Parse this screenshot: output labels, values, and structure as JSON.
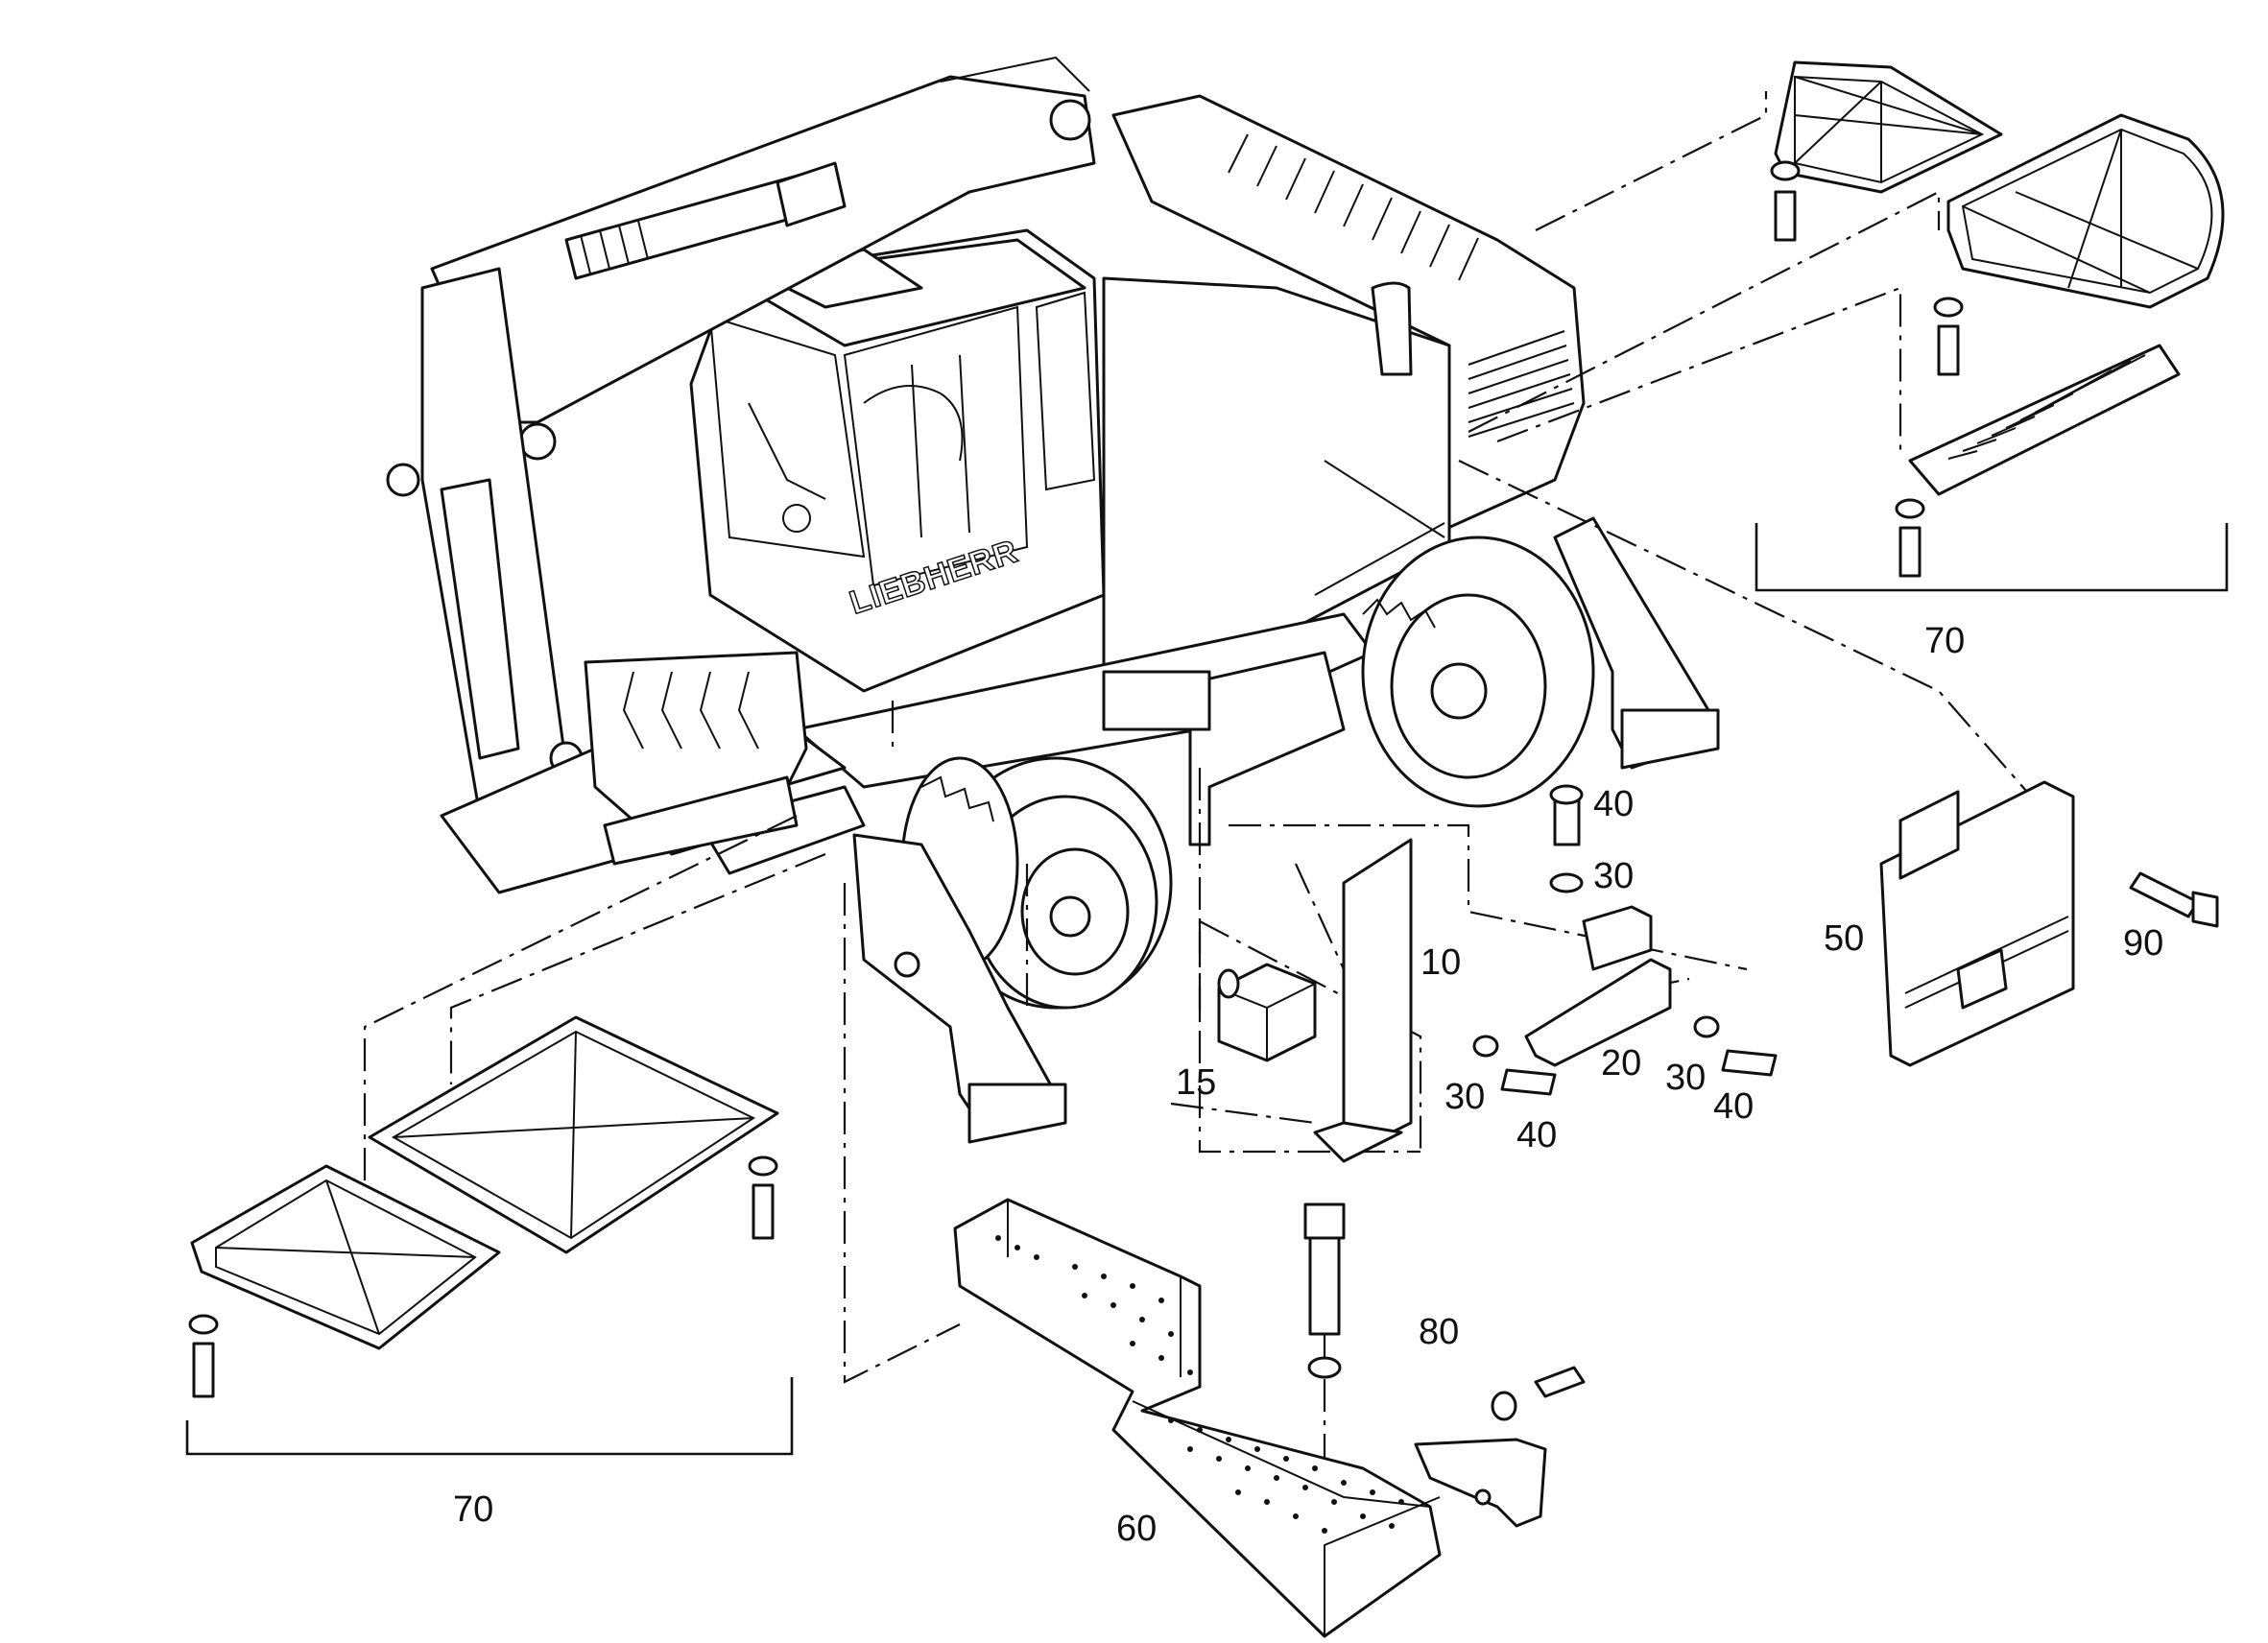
{
  "brand_logo": "LIEBHERR",
  "labels": {
    "p10": "10",
    "p15": "15",
    "p20": "20",
    "p30a": "30",
    "p30b": "30",
    "p30c": "30",
    "p40a": "40",
    "p40b": "40",
    "p40c": "40",
    "p50": "50",
    "p60": "60",
    "p70a": "70",
    "p70b": "70",
    "p80": "80",
    "p90": "90"
  }
}
